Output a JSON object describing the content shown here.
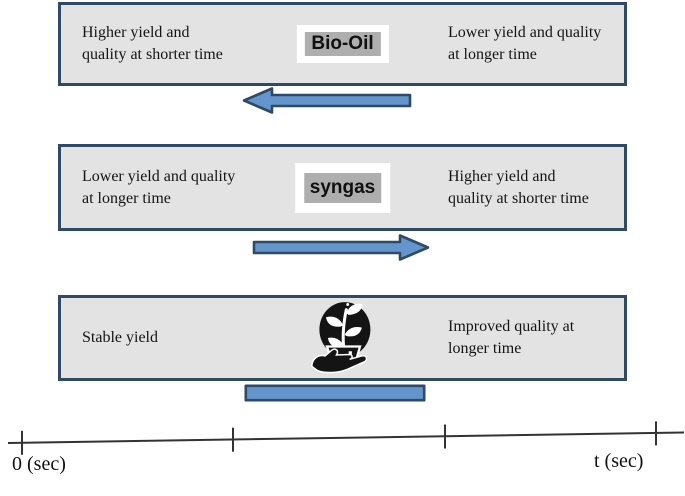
{
  "panels": [
    {
      "left_text": "Higher yield and\nquality at shorter time",
      "label": "Bio-Oil",
      "right_text": "Lower yield and quality\nat longer time",
      "arrow": "left"
    },
    {
      "left_text": "Lower yield and quality\nat longer time",
      "label": "syngas",
      "right_text": "Higher yield and\nquality at shorter time",
      "arrow": "right"
    },
    {
      "left_text": "Stable yield",
      "icon": "plant-in-hand-icon",
      "right_text": "Improved quality at\nlonger time",
      "arrow": "bar"
    }
  ],
  "timeline": {
    "start_label": "0 (sec)",
    "end_label": "t (sec)",
    "tick_count": 4
  },
  "colors": {
    "panel_border": "#2e4a66",
    "panel_fill": "#e3e3e3",
    "arrow_fill": "#6496cd",
    "arrow_border": "#2e4a66",
    "label_chip_bg": "#aeaeae",
    "label_frame_bg": "#ffffff",
    "text": "#141414"
  }
}
